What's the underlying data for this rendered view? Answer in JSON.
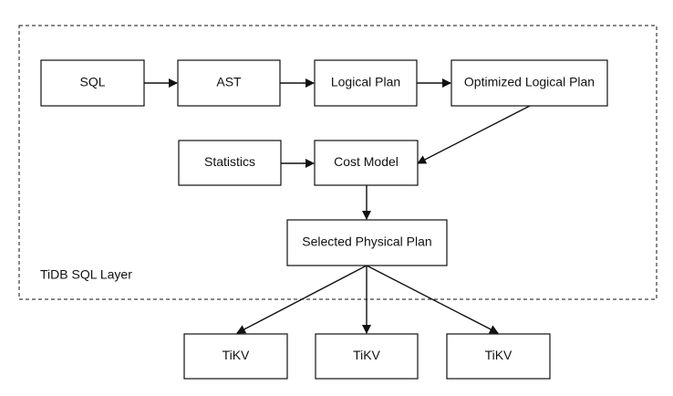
{
  "layer": {
    "label": "TiDB SQL Layer"
  },
  "nodes": {
    "sql": "SQL",
    "ast": "AST",
    "logical_plan": "Logical Plan",
    "optimized_logical_plan": "Optimized Logical Plan",
    "statistics": "Statistics",
    "cost_model": "Cost Model",
    "selected_physical_plan": "Selected Physical Plan",
    "tikv_1": "TiKV",
    "tikv_2": "TiKV",
    "tikv_3": "TiKV"
  },
  "colors": {
    "stroke": "#111111",
    "fill": "#ffffff",
    "background": "#ffffff"
  }
}
